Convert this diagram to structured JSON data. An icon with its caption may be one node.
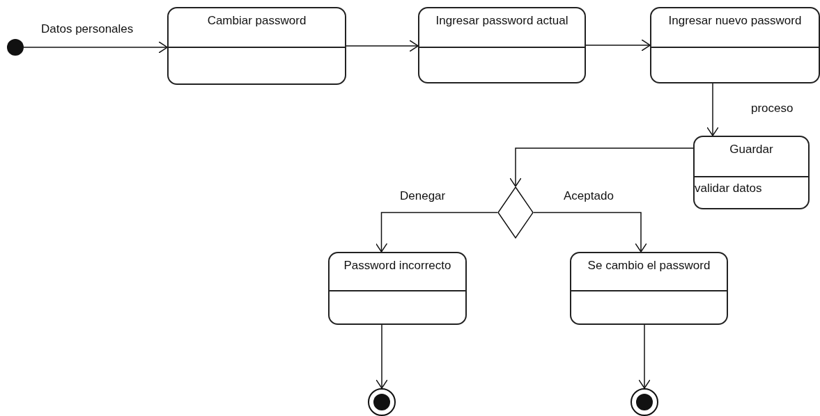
{
  "diagram": {
    "nodes": [
      {
        "text": [],
        "shape": "circle"
      },
      {
        "text": [
          "Cambiar password"
        ]
      },
      {
        "text": [
          "Ingresar password actual"
        ]
      },
      {
        "text": [
          "Ingresar nuevo password"
        ]
      },
      {
        "text": [
          "Guardar",
          "validar datos"
        ]
      },
      {
        "text": [],
        "shape": "diamond"
      },
      {
        "text": [
          "Password incorrecto"
        ]
      },
      {
        "text": [
          "Se cambio el password"
        ]
      },
      {
        "text": [],
        "shape": "circle"
      },
      {
        "text": [],
        "shape": "circle"
      }
    ],
    "edges": [
      {
        "from": 0,
        "to": 1,
        "arrow": "to",
        "label": "Datos personales"
      },
      {
        "from": 1,
        "to": 2,
        "arrow": "to"
      },
      {
        "from": 2,
        "to": 3,
        "arrow": "to"
      },
      {
        "from": 3,
        "to": 4,
        "arrow": "to",
        "label": "proceso"
      },
      {
        "from": 4,
        "to": 5,
        "arrow": "to"
      },
      {
        "from": 5,
        "to": 6,
        "arrow": "to",
        "label": "Denegar"
      },
      {
        "from": 5,
        "to": 7,
        "arrow": "to",
        "label": "Aceptado"
      },
      {
        "from": 6,
        "to": 8,
        "arrow": "to"
      },
      {
        "from": 7,
        "to": 9,
        "arrow": "to"
      }
    ]
  }
}
